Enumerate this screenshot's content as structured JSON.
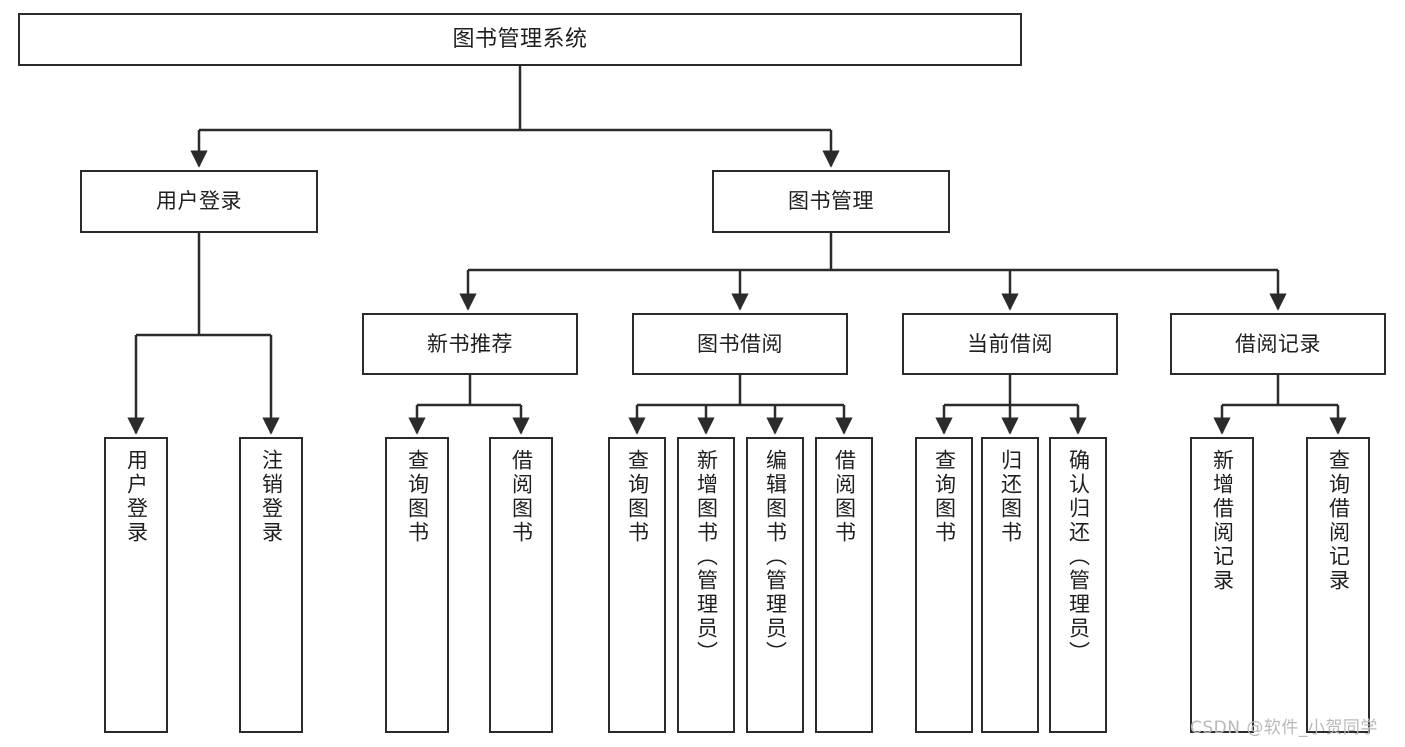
{
  "diagram": {
    "type": "tree-hierarchy",
    "title": "图书管理系统",
    "orientation": "top-down",
    "stroke_color": "#2b2b2b",
    "background_color": "#ffffff",
    "watermark": "CSDN @软件_小贺同学",
    "nodes": {
      "root": {
        "label": "图书管理系统",
        "level": 0
      },
      "l1": [
        {
          "id": "user-login",
          "label": "用户登录"
        },
        {
          "id": "book-manage",
          "label": "图书管理"
        }
      ],
      "l2": [
        {
          "id": "new-book-rec",
          "label": "新书推荐"
        },
        {
          "id": "book-borrow",
          "label": "图书借阅"
        },
        {
          "id": "current-borrow",
          "label": "当前借阅"
        },
        {
          "id": "borrow-record",
          "label": "借阅记录"
        }
      ],
      "leaves": {
        "user_login": [
          {
            "id": "leaf-user-login",
            "label": "用户登录"
          },
          {
            "id": "leaf-logout",
            "label": "注销登录"
          }
        ],
        "new_book_rec": [
          {
            "id": "leaf-query-book-1",
            "label": "查询图书"
          },
          {
            "id": "leaf-borrow-book-1",
            "label": "借阅图书"
          }
        ],
        "book_borrow": [
          {
            "id": "leaf-query-book-2",
            "label": "查询图书"
          },
          {
            "id": "leaf-add-book",
            "label": "新增图书（管理员）"
          },
          {
            "id": "leaf-edit-book",
            "label": "编辑图书（管理员）"
          },
          {
            "id": "leaf-borrow-book-2",
            "label": "借阅图书"
          }
        ],
        "current_borrow": [
          {
            "id": "leaf-query-book-3",
            "label": "查询图书"
          },
          {
            "id": "leaf-return-book",
            "label": "归还图书"
          },
          {
            "id": "leaf-confirm-return",
            "label": "确认归还（管理员）"
          }
        ],
        "borrow_record": [
          {
            "id": "leaf-add-record",
            "label": "新增借阅记录"
          },
          {
            "id": "leaf-query-record",
            "label": "查询借阅记录"
          }
        ]
      }
    }
  }
}
